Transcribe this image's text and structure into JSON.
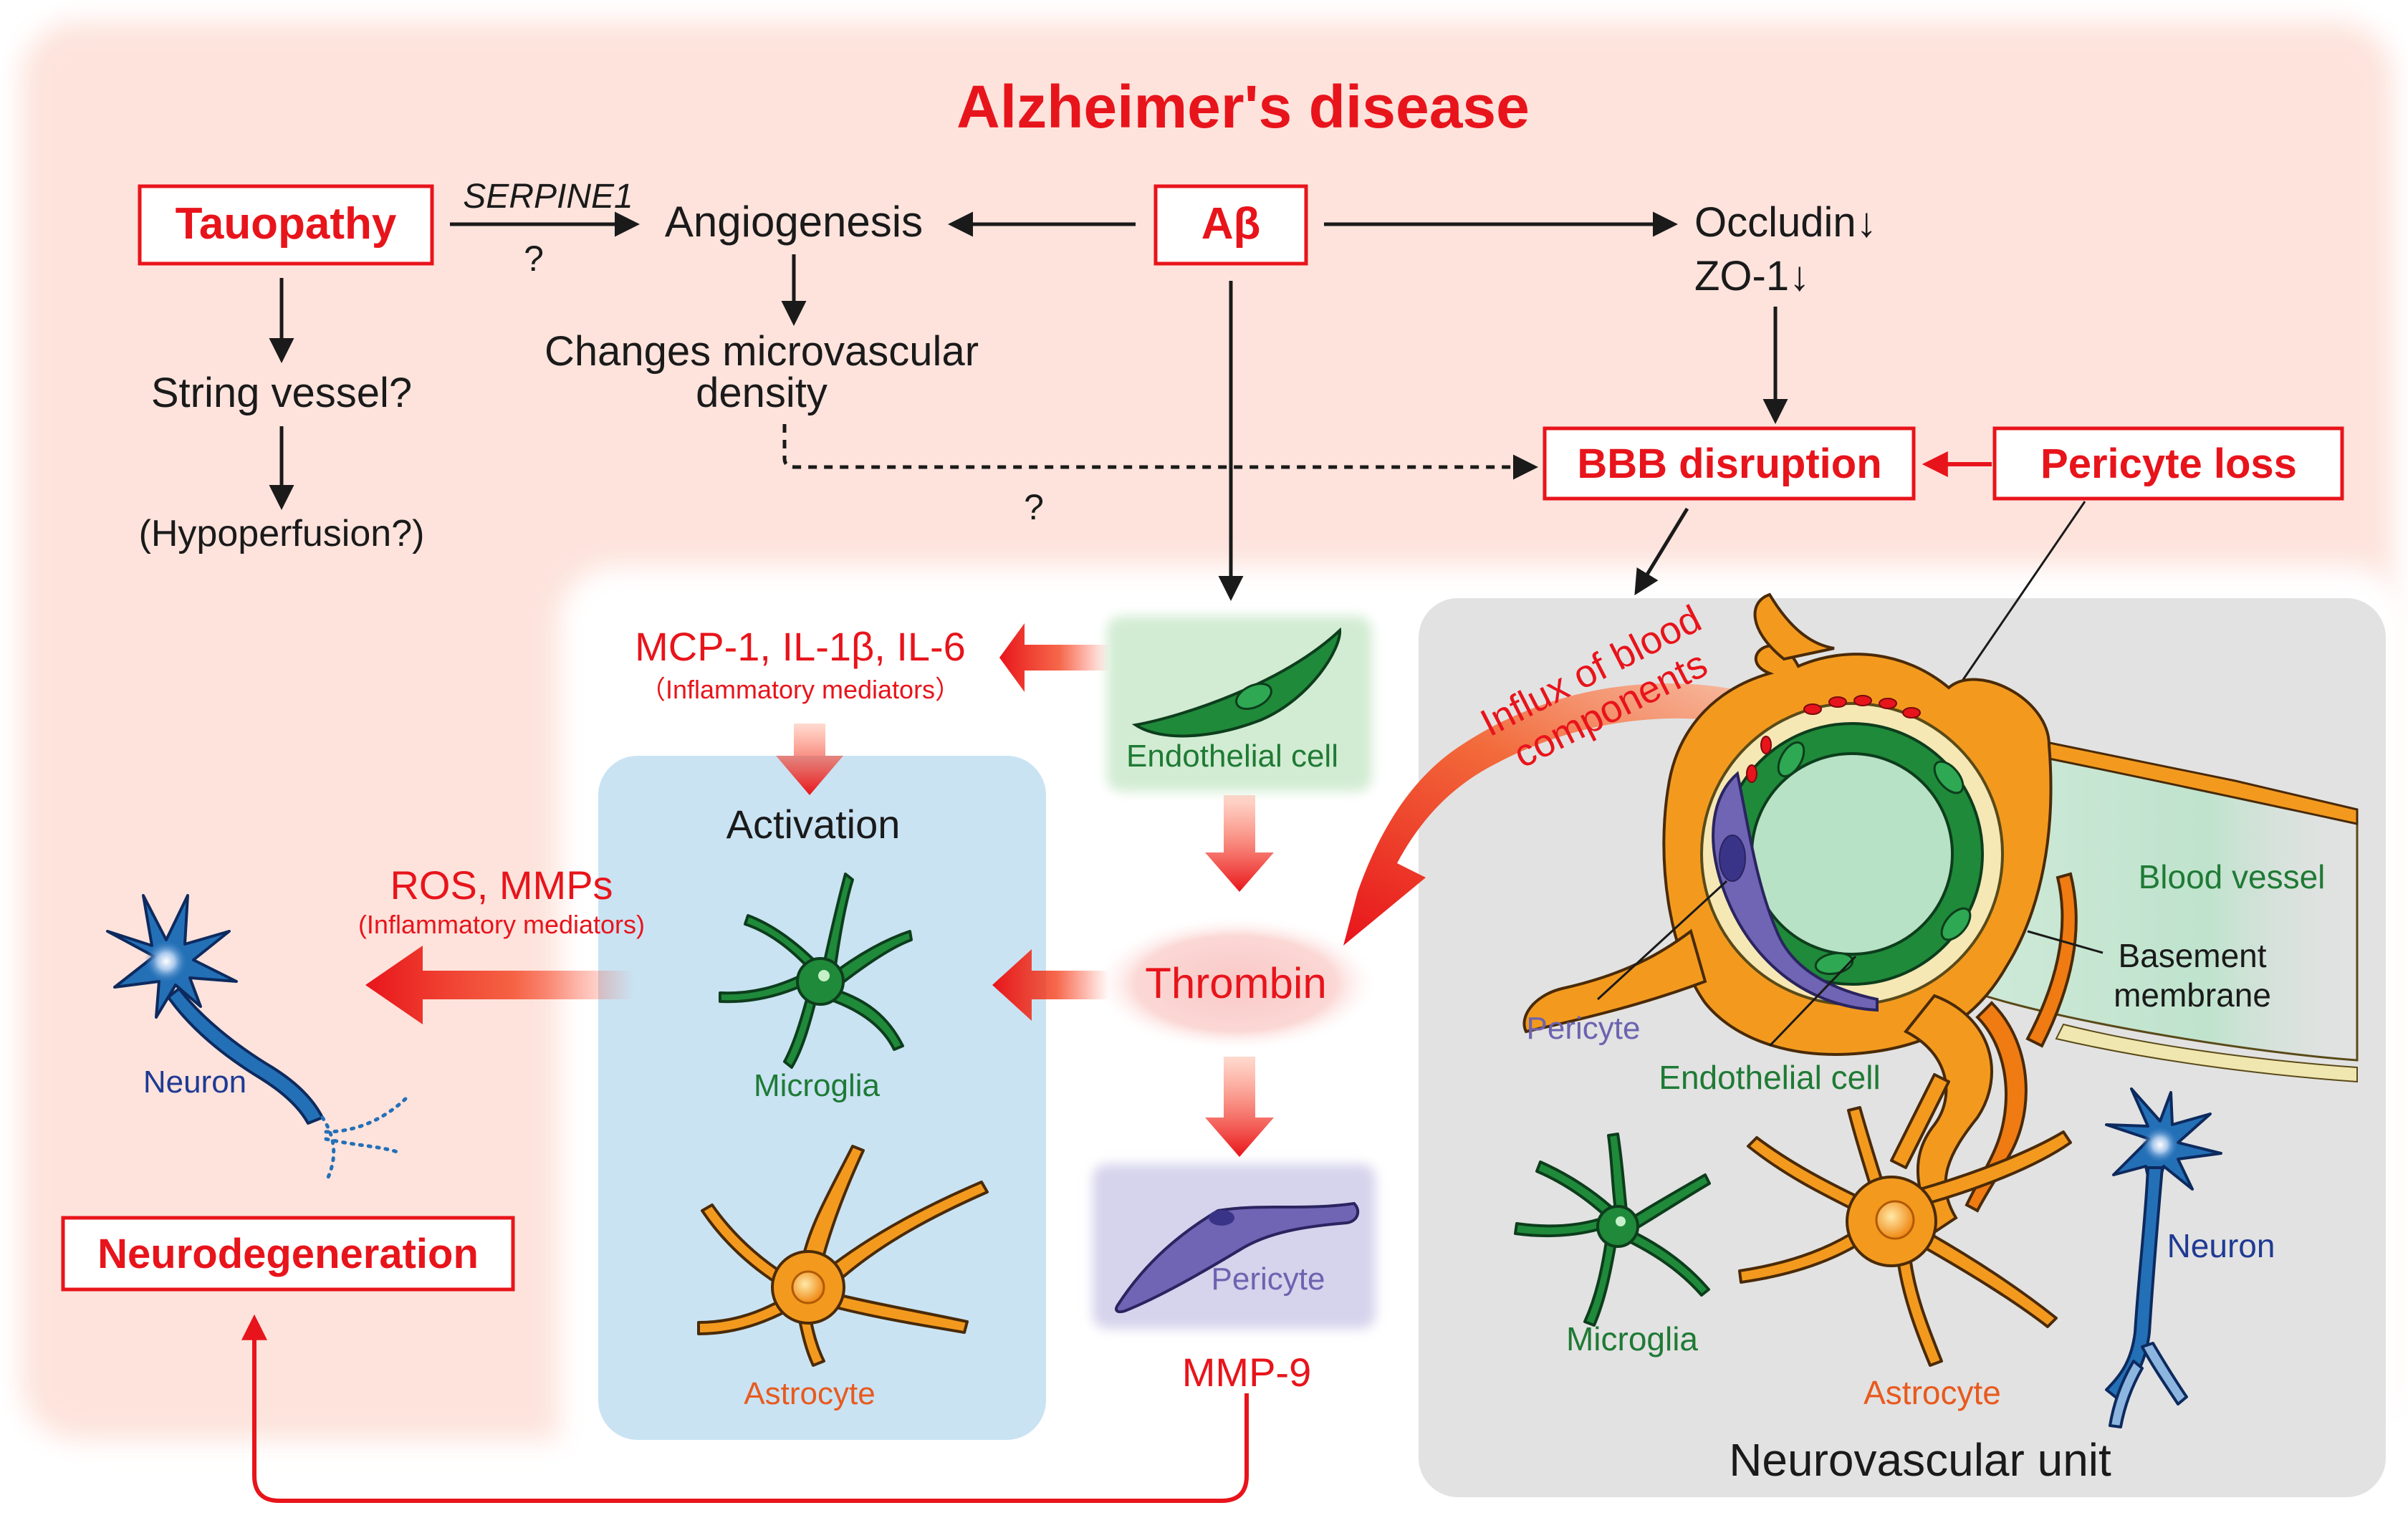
{
  "title": "Alzheimer's disease",
  "nodes": {
    "tauopathy": "Tauopathy",
    "serpine1": "SERPINE1",
    "q1": "?",
    "angiogenesis": "Angiogenesis",
    "abeta": "Aβ",
    "occludin": "Occludin↓",
    "zo1": "ZO-1↓",
    "string_vessel": "String vessel?",
    "hypoperfusion": "(Hypoperfusion?)",
    "changes_line1": "Changes microvascular",
    "changes_line2": "density",
    "q2": "?",
    "bbb": "BBB disruption",
    "pericyte_loss": "Pericyte loss",
    "mcp": "MCP-1, IL-1β, IL-6",
    "inflam1": "（Inflammatory mediators）",
    "activation": "Activation",
    "ros": "ROS, MMPs",
    "inflam2": "(Inflammatory mediators)",
    "neuron_left": "Neuron",
    "microglia_mid": "Microglia",
    "astrocyte_mid": "Astrocyte",
    "endothelial_mid": "Endothelial cell",
    "thrombin": "Thrombin",
    "pericyte_mid": "Pericyte",
    "mmp9": "MMP-9",
    "neurodegeneration": "Neurodegeneration",
    "influx_line1": "Influx of blood",
    "influx_line2": "components"
  },
  "nvu": {
    "blood_vessel": "Blood vessel",
    "basement_line1": "Basement",
    "basement_line2": "membrane",
    "pericyte": "Pericyte",
    "endothelial": "Endothelial cell",
    "microglia": "Microglia",
    "astrocyte": "Astrocyte",
    "neuron": "Neuron",
    "title": "Neurovascular unit"
  },
  "colors": {
    "accent_red": "#e8141b",
    "pink_background": "#fde3dc",
    "blue_panel": "#c9e3f3",
    "gray_panel": "#e2e2e2",
    "green_cell": "#1f8a3a",
    "orange_cell": "#f39a1e",
    "purple_cell": "#7064b4",
    "neuron_blue": "#2370b7",
    "label_blue": "#1f3a93",
    "label_purple": "#6c63b0",
    "label_green": "#1f7a35",
    "label_orange": "#e85a1e"
  }
}
